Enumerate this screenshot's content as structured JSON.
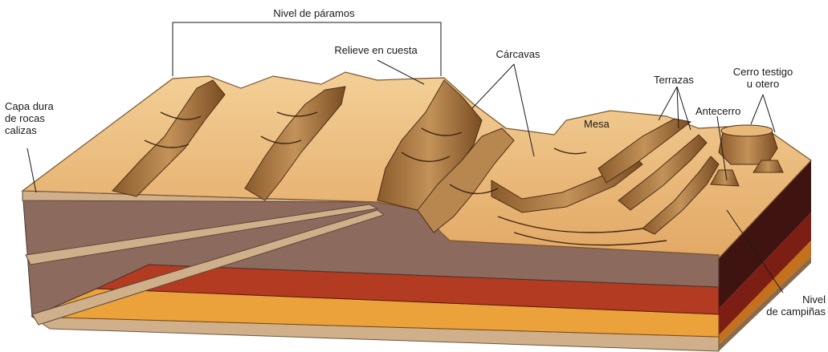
{
  "labels": {
    "nivel_paramos": "Nivel de páramos",
    "relieve_cuesta": "Relieve en cuesta",
    "carcavas": "Cárcavas",
    "capa_dura": [
      "Capa dura",
      "de rocas",
      "calizas"
    ],
    "mesa": "Mesa",
    "terrazas": "Terrazas",
    "antecerro": "Antecerro",
    "cerro_testigo": [
      "Cerro testigo",
      "u otero"
    ],
    "nivel_campinas": [
      "Nivel",
      "de campiñas"
    ]
  },
  "colors": {
    "surface": "#e9b878",
    "surface_dark": "#c98f4f",
    "cliff": "#a9783f",
    "layer_brown": "#8d6a5e",
    "layer_red": "#b33b22",
    "layer_orange": "#eba23a",
    "layer_tan": "#cfb08a",
    "side_dark": "#3f1410",
    "side_red": "#7d1e14",
    "side_orange": "#c4701c"
  }
}
